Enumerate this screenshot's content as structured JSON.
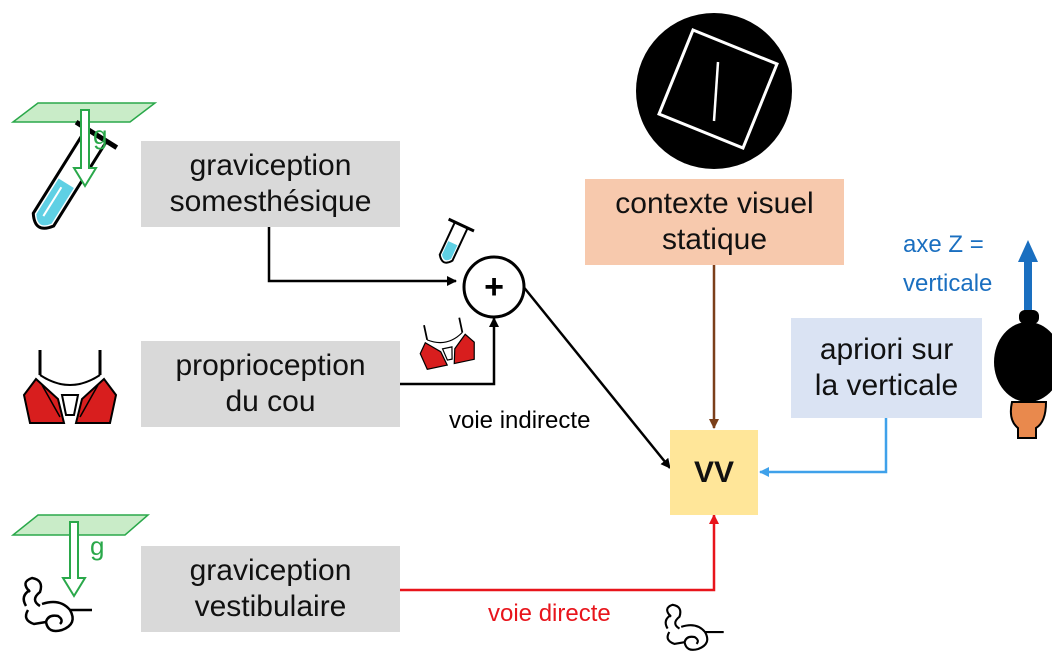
{
  "boxes": {
    "grav_somesth": [
      "graviception",
      "somesthésique"
    ],
    "proprio": [
      "proprioception",
      "du cou"
    ],
    "grav_vest": [
      "graviception",
      "vestibulaire"
    ],
    "contexte": [
      "contexte visuel",
      "statique"
    ],
    "apriori": [
      "apriori sur",
      "la verticale"
    ],
    "vv": "VV"
  },
  "labels": {
    "g_top": "g",
    "g_bottom": "g",
    "voie_indirecte": "voie indirecte",
    "voie_directe": "voie directe",
    "axe_line1": "axe Z =",
    "axe_line2": "verticale",
    "plus": "+"
  },
  "colors": {
    "box_gray": "#d9d9d9",
    "contexte_fill": "#f7c9ad",
    "apriori_fill": "#dae3f3",
    "vv_fill": "#ffe699",
    "direct_path": "#e8141b",
    "visual_path": "#7b3f1a",
    "prior_path": "#3fa1ea",
    "axis_blue": "#1a6fc0",
    "gravity_green": "#2aa84a",
    "plane_green": "#c9ecc8",
    "muscle_red": "#d81e1e",
    "tube_cyan": "#5fd0e4",
    "head_orange": "#e9894d"
  }
}
